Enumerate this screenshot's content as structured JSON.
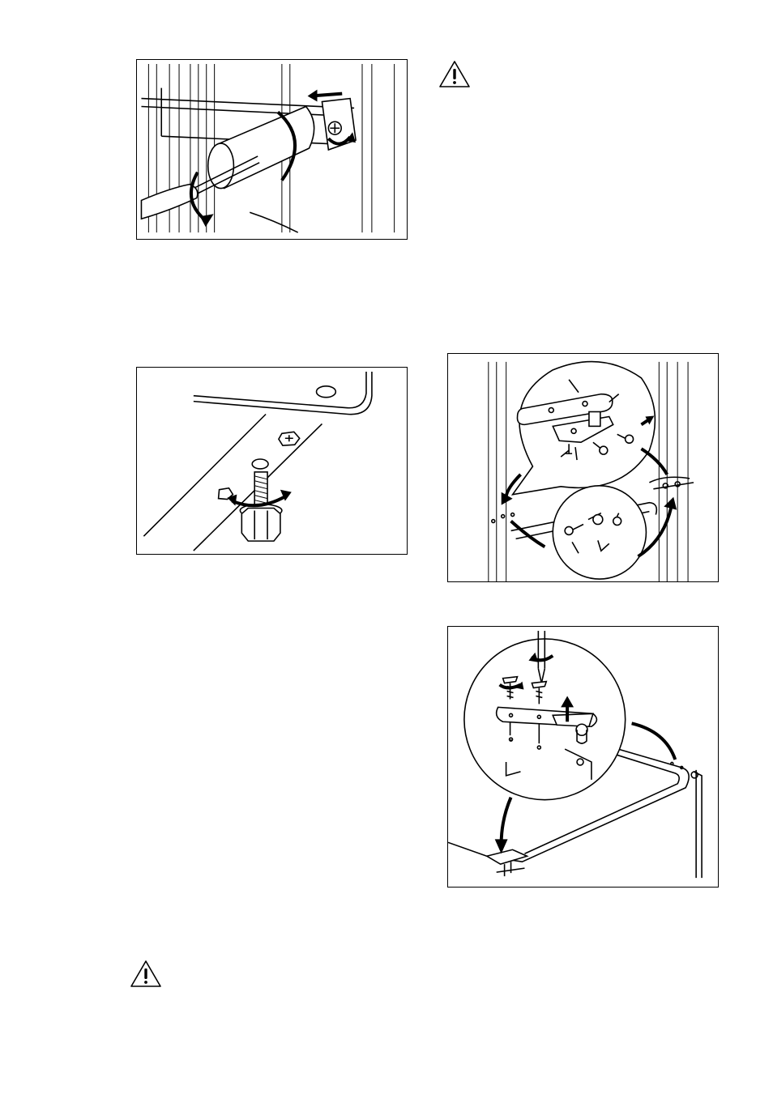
{
  "page": {
    "background": "#ffffff",
    "line_color": "#000000"
  },
  "figures": [
    {
      "id": "fig-cooling-duct",
      "icon": "screwdriver-detach-duct-illustration"
    },
    {
      "id": "fig-adjustable-foot",
      "icon": "adjust-foot-illustration"
    },
    {
      "id": "fig-door-hinge-swap",
      "icon": "door-hinge-swap-illustration"
    },
    {
      "id": "fig-top-hinge",
      "icon": "top-hinge-removal-illustration"
    }
  ],
  "warnings": [
    {
      "id": "warning-top",
      "icon": "warning-triangle-icon"
    },
    {
      "id": "warning-bottom",
      "icon": "warning-triangle-icon"
    }
  ]
}
